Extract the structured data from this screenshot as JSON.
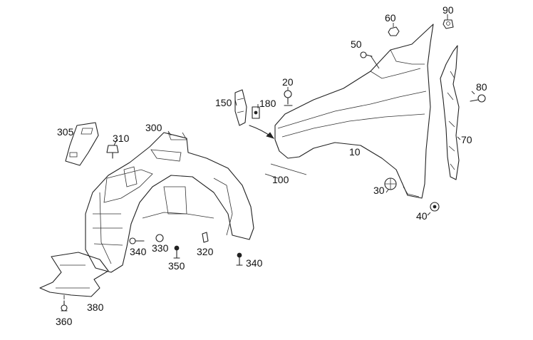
{
  "labels": {
    "l10": "10",
    "l20": "20",
    "l30": "30",
    "l40": "40",
    "l50": "50",
    "l60": "60",
    "l70": "70",
    "l80": "80",
    "l90": "90",
    "l100": "100",
    "l150": "150",
    "l180": "180",
    "l300": "300",
    "l305": "305",
    "l310": "310",
    "l320": "320",
    "l330": "330",
    "l340a": "340",
    "l340b": "340",
    "l350": "350",
    "l360": "360",
    "l380": "380"
  }
}
